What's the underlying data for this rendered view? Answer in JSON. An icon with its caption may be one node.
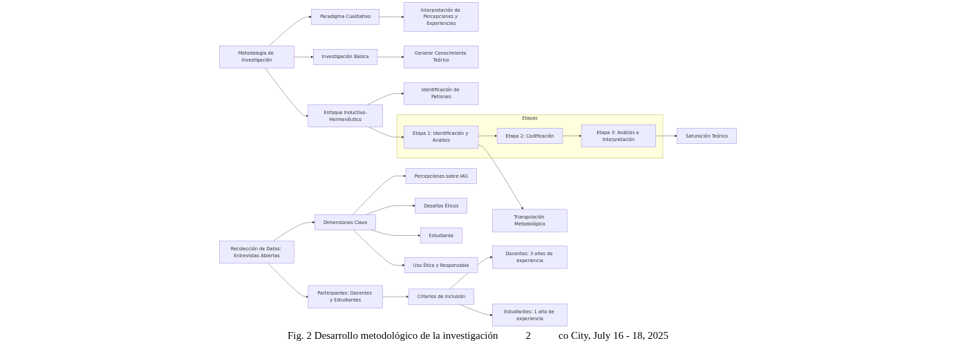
{
  "diagram": {
    "caption": "Fig. 2 Desarrollo metodológico de la investigación",
    "nodes": [
      {
        "text": [
          "Metodología de Investigación"
        ]
      },
      {
        "text": [
          "Paradigma Cualitativo"
        ]
      },
      {
        "text": [
          "Interpretación de Percepciones y Experiencias"
        ]
      },
      {
        "text": [
          "Investigación Básica"
        ]
      },
      {
        "text": [
          "Generar Conocimiento Teórico"
        ]
      },
      {
        "text": [
          "Enfoque Inductivo-Hermenêutico"
        ]
      },
      {
        "text": [
          "Identificación de Patrones"
        ]
      },
      {
        "text": [
          "Etapas"
        ]
      },
      {
        "text": [
          "Etapa 1: Identificación y Análisis"
        ],
        "in": 7
      },
      {
        "text": [
          "Etapa 2: Codificación"
        ],
        "in": 7
      },
      {
        "text": [
          "Etapa 3: Análisis e Interpretación"
        ],
        "in": 7
      },
      {
        "text": [
          "Saturación Teórica"
        ]
      },
      {
        "text": [
          "Triangulación Metodológica"
        ]
      },
      {
        "text": [
          "Dimensiones Clave"
        ]
      },
      {
        "text": [
          "Percepciones sobre IAG"
        ]
      },
      {
        "text": [
          "Desafíos Éticos"
        ]
      },
      {
        "text": [
          "Estudiante"
        ]
      },
      {
        "text": [
          "Uso Ético y Responsable"
        ]
      },
      {
        "text": [
          "Recolección de Datos: Entrevistas Abiertas"
        ]
      },
      {
        "text": [
          "Participantes: Docentes y Estudiantes"
        ]
      },
      {
        "text": [
          "Criterios de Inclusión"
        ]
      },
      {
        "text": [
          "Docentes: 3 años de experiencia"
        ]
      },
      {
        "text": [
          "Estudiantes: 1 año de experiencia"
        ]
      }
    ],
    "edges": [
      {
        "from": 0,
        "to": 1,
        "arrow": "to"
      },
      {
        "from": 1,
        "to": 2,
        "arrow": "to"
      },
      {
        "from": 0,
        "to": 3,
        "arrow": "to"
      },
      {
        "from": 3,
        "to": 4,
        "arrow": "to"
      },
      {
        "from": 0,
        "to": 5,
        "arrow": "to"
      },
      {
        "from": 5,
        "to": 6,
        "arrow": "to"
      },
      {
        "from": 5,
        "to": 8,
        "arrow": "to"
      },
      {
        "from": 8,
        "to": 9,
        "arrow": "to"
      },
      {
        "from": 9,
        "to": 10,
        "arrow": "to"
      },
      {
        "from": 10,
        "to": 11,
        "arrow": "to"
      },
      {
        "from": 8,
        "to": 12,
        "arrow": "to"
      },
      {
        "from": 18,
        "to": 13,
        "arrow": "to"
      },
      {
        "from": 13,
        "to": 14,
        "arrow": "to"
      },
      {
        "from": 13,
        "to": 15,
        "arrow": "to"
      },
      {
        "from": 13,
        "to": 16,
        "arrow": "to"
      },
      {
        "from": 13,
        "to": 17,
        "arrow": "to"
      },
      {
        "from": 18,
        "to": 19,
        "arrow": "to"
      },
      {
        "from": 19,
        "to": 20,
        "arrow": "to"
      },
      {
        "from": 20,
        "to": 21,
        "arrow": "to"
      },
      {
        "from": 20,
        "to": 22,
        "arrow": "to"
      }
    ],
    "labels": [
      "2",
      "co City, July 16 - 18, 2025"
    ]
  }
}
